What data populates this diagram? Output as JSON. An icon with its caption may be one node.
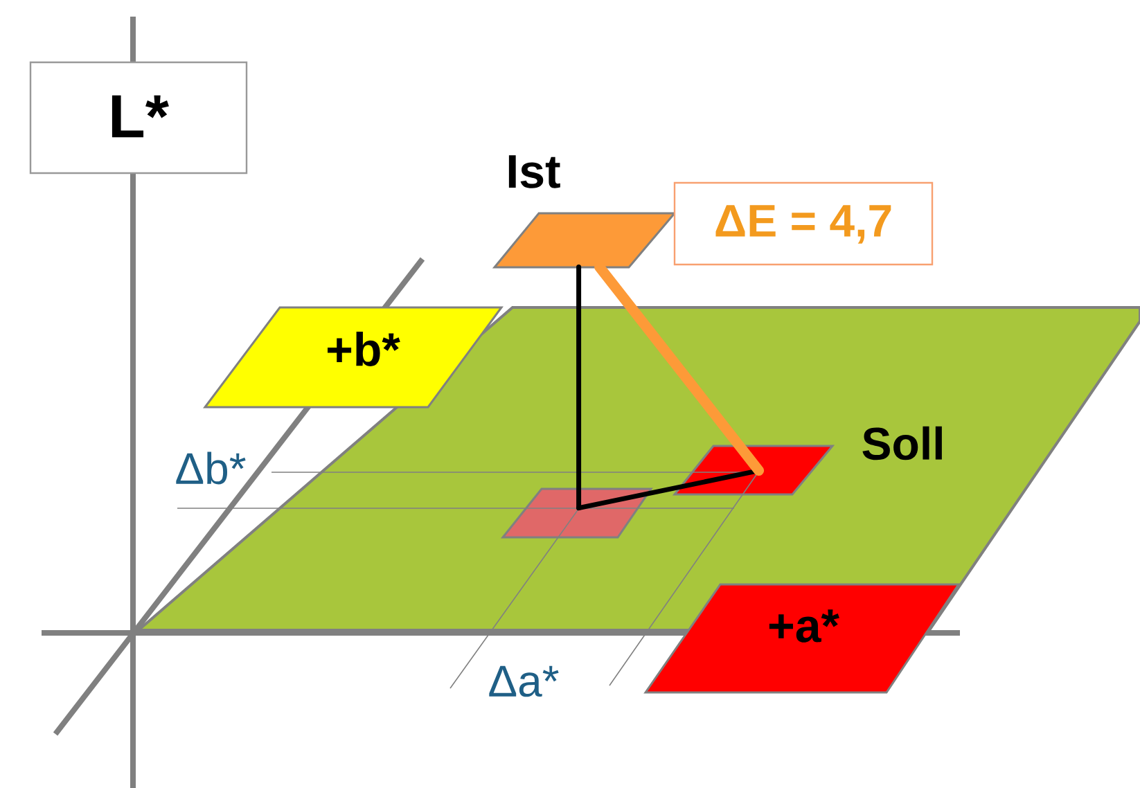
{
  "diagram": {
    "nodes": [
      {
        "text": [
          "L*"
        ]
      },
      {
        "text": [
          "Ist"
        ]
      },
      {
        "text": [
          "ΔE = 4,7"
        ]
      },
      {
        "text": [
          "+b*"
        ]
      },
      {
        "text": [
          "Soll"
        ]
      },
      {
        "text": [],
        "shape": "box"
      },
      {
        "text": [
          "+a*"
        ]
      }
    ],
    "edges": [
      {
        "from": 1,
        "to": 5,
        "arrow": "none"
      },
      {
        "from": 5,
        "to": 4,
        "arrow": "none"
      },
      {
        "from": 1,
        "to": 4,
        "arrow": "none",
        "style": "thick",
        "color": "#fd9a38"
      }
    ],
    "labels": [
      "Δb*",
      "Δa*"
    ]
  }
}
